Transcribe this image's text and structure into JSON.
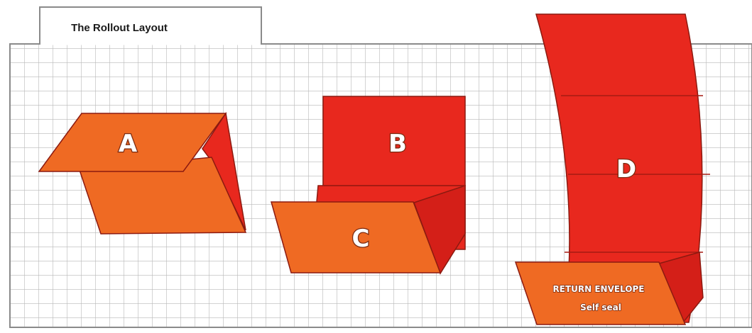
{
  "title": "The Rollout Layout",
  "colors": {
    "grid_line": "#b8b8b8",
    "grid_bg": "#ffffff",
    "border": "#8a8a8a",
    "panel_red": "#e8281e",
    "panel_orange": "#ef6a23",
    "panel_edge": "#8c1a10",
    "fold_line": "#a51a12"
  },
  "panels": {
    "a": {
      "label": "A"
    },
    "b": {
      "label": "B"
    },
    "c": {
      "label": "C"
    },
    "d": {
      "label": "D"
    },
    "return_envelope": {
      "line1": "RETURN ENVELOPE",
      "line2": "Self seal"
    }
  }
}
